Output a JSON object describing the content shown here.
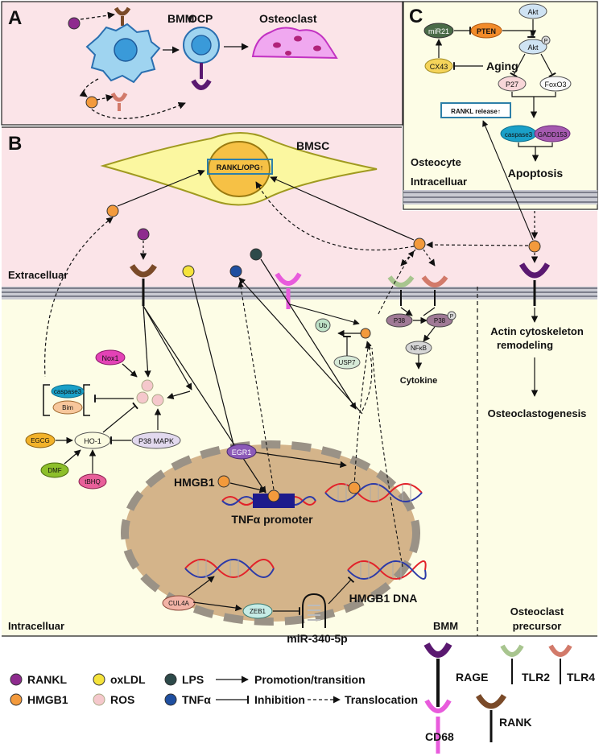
{
  "panels": {
    "a": {
      "letter": "A",
      "cells": {
        "bmm": "BMM",
        "ocp": "OCP",
        "osteoclast": "Osteoclast"
      }
    },
    "b": {
      "letter": "B",
      "bmsc": "BMSC",
      "rankl_opg": "RANKL/OPG↑",
      "extracellular": "Extracelluar",
      "intracellular": "Intracelluar",
      "bmm": "BMM",
      "precursor_line1": "Osteoclast",
      "precursor_line2": "precursor",
      "nodes": {
        "ub": "Ub",
        "usp7": "USP7",
        "p38": "P38",
        "p38p": "P38",
        "phospho": "P",
        "nfkb": "NFκB",
        "cytokine": "Cytokine",
        "nox1": "Nox1",
        "caspase3": "caspase3",
        "bim": "Bim",
        "egcg": "EGCG",
        "ho1": "HO-1",
        "p38mapk": "P38 MAPK",
        "dmf": "DMF",
        "tbhq": "tBHQ",
        "egr1": "EGR1",
        "hmgb1": "HMGB1",
        "tnf_promoter": "TNFα promoter",
        "cul4a": "CUL4A",
        "zeb1": "ZEB1",
        "mir": "miR-340-5p",
        "hmgb1_dna": "HMGB1 DNA"
      },
      "right_column": {
        "actin_line1": "Actin cytoskeleton",
        "actin_line2": "remodeling",
        "osteoclastogenesis": "Osteoclastogenesis"
      }
    },
    "c": {
      "letter": "C",
      "nodes": {
        "akt": "Akt",
        "aktp": "Akt",
        "phospho": "P",
        "mir21": "miR21",
        "pten": "PTEN",
        "cx43": "CX43",
        "aging": "Aging",
        "p27": "P27",
        "foxo3": "FoxO3",
        "rankl_release": "RANKL release↑",
        "caspase3": "caspase3",
        "gadd153": "GADD153",
        "apoptosis": "Apoptosis"
      },
      "osteocyte": "Osteocyte",
      "intracellular": "Intracelluar"
    }
  },
  "legend": {
    "ligands": [
      {
        "label": "RANKL",
        "color": "#8e2b8e"
      },
      {
        "label": "HMGB1",
        "color": "#f39a3c"
      },
      {
        "label": "oxLDL",
        "color": "#f5e33c"
      },
      {
        "label": "ROS",
        "color": "#f5c8cc"
      },
      {
        "label": "LPS",
        "color": "#2d4a4a"
      },
      {
        "label": "TNFα",
        "color": "#1f4fa0"
      }
    ],
    "arrows": {
      "promotion": "Promotion/transition",
      "inhibition": "Inhibition",
      "translocation": "Translocation"
    },
    "receptors": [
      {
        "label": "RAGE",
        "color": "#5a1870"
      },
      {
        "label": "TLR2",
        "color": "#a8c58f"
      },
      {
        "label": "TLR4",
        "color": "#d27a6a"
      },
      {
        "label": "CD68",
        "color": "#e85bdc"
      },
      {
        "label": "RANK",
        "color": "#7a4a28"
      }
    ]
  },
  "colors": {
    "panel_bg": "#fbe4e8",
    "cyto_bg": "#fdfde6",
    "nucleus": "#d4b48a",
    "membrane": "#9ea0ac",
    "bmsc_fill": "#fbf7a0",
    "bmsc_nucleus": "#f6c145"
  }
}
